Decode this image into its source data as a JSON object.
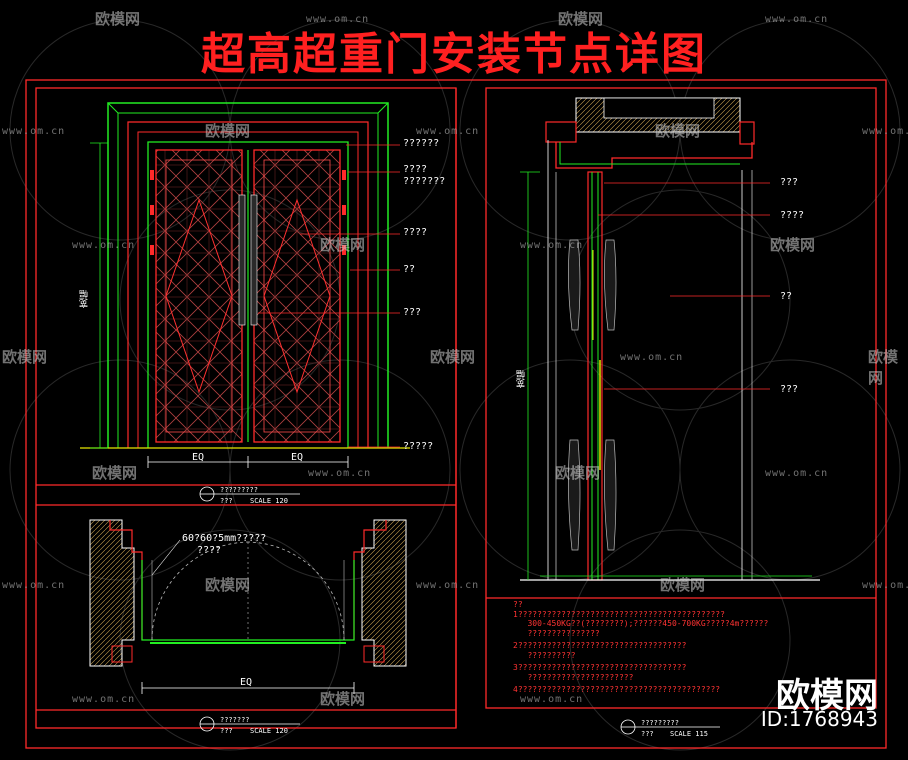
{
  "title": "超高超重门安装节点详图",
  "watermark": {
    "brand": "欧模网",
    "url": "www.om.cn"
  },
  "elevation": {
    "labels": [
      "??????",
      "????",
      "???????",
      "????",
      "??",
      "???",
      "?????"
    ],
    "dim_label": "宽幅",
    "eq_left": "EQ",
    "eq_right": "EQ",
    "caption": "?????????",
    "caption_sub": "???",
    "scale": "SCALE 120"
  },
  "section": {
    "labels": [
      "???",
      "????",
      "??",
      "???"
    ],
    "dim_label": "宽幅"
  },
  "plan": {
    "label_line1": "60?60?5mm?????",
    "label_line2": "????",
    "eq": "EQ",
    "caption": "???????",
    "caption_sub": "???",
    "scale": "SCALE 120"
  },
  "detail": {
    "caption": "?????????",
    "caption_sub": "???",
    "scale": "SCALE 115"
  },
  "notes": [
    "??",
    "1???????????????????????????????????????????",
    "   300-450KG??(????????);??????450-700KG?????4m??????",
    "   ???????????????",
    "2???????????????????????????????????",
    "   ??????????",
    "3???????????????????????????????????",
    "   ??????????????????????",
    "4??????????????????????????????????????????"
  ],
  "brand": {
    "name": "欧模网",
    "id": "ID:1768943"
  },
  "colors": {
    "red": "#ff2a2a",
    "green": "#22ee22",
    "white": "#ffffff",
    "yellow": "#e6e600",
    "background": "#000000"
  }
}
